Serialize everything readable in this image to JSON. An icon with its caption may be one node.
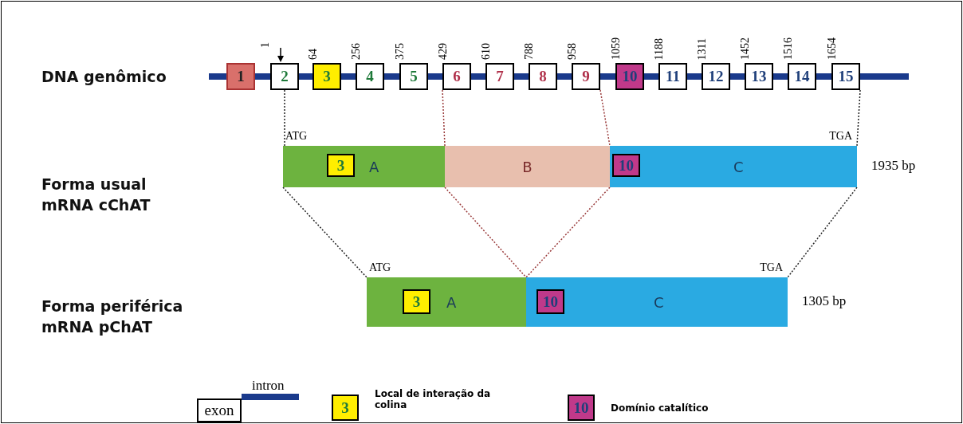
{
  "diagram": {
    "nodes": [
      {
        "text": [
          "1"
        ]
      },
      {
        "text": [
          "2"
        ],
        "beside": [
          "1"
        ]
      },
      {
        "text": [
          "3"
        ],
        "beside": [
          "64"
        ]
      },
      {
        "text": [
          "4"
        ],
        "beside": [
          "256"
        ]
      },
      {
        "text": [
          "5"
        ],
        "beside": [
          "375"
        ]
      },
      {
        "text": [
          "6"
        ],
        "beside": [
          "429"
        ]
      },
      {
        "text": [
          "7"
        ],
        "beside": [
          "610"
        ]
      },
      {
        "text": [
          "8"
        ],
        "beside": [
          "788"
        ]
      },
      {
        "text": [
          "9"
        ],
        "beside": [
          "958"
        ]
      },
      {
        "text": [
          "10"
        ],
        "beside": [
          "1059"
        ]
      },
      {
        "text": [
          "11"
        ],
        "beside": [
          "1188"
        ]
      },
      {
        "text": [
          "12"
        ],
        "beside": [
          "1311"
        ]
      },
      {
        "text": [
          "13"
        ],
        "beside": [
          "1452"
        ]
      },
      {
        "text": [
          "14"
        ],
        "beside": [
          "1516"
        ]
      },
      {
        "text": [
          "15"
        ],
        "beside": [
          "1654"
        ]
      },
      {
        "text": [
          "A"
        ],
        "beside": [
          "ATG"
        ]
      },
      {
        "text": [
          "3"
        ],
        "in": 15
      },
      {
        "text": [
          "B"
        ]
      },
      {
        "text": [
          "C"
        ],
        "beside": [
          "TGA",
          "1935 bp"
        ]
      },
      {
        "text": [
          "10"
        ],
        "in": 18
      },
      {
        "text": [
          "A"
        ],
        "beside": [
          "ATG"
        ]
      },
      {
        "text": [
          "3"
        ],
        "in": 20
      },
      {
        "text": [
          "C"
        ],
        "beside": [
          "TGA",
          "1305 bp"
        ]
      },
      {
        "text": [
          "10"
        ],
        "in": 22
      },
      {
        "text": [
          "exon"
        ],
        "beside": [
          "intron"
        ]
      },
      {
        "text": [
          "3"
        ],
        "beside": [
          "Local de interação da colina"
        ]
      },
      {
        "text": [
          "10"
        ],
        "beside": [
          "Domínio catalítico"
        ]
      }
    ],
    "edges": [
      {
        "from": 1,
        "to": 15,
        "arrow": "none",
        "style": "dashed"
      },
      {
        "from": 5,
        "to": 17,
        "arrow": "none",
        "style": "dashed",
        "color": "#9a3b3b"
      },
      {
        "from": 8,
        "to": 17,
        "arrow": "none",
        "style": "dashed",
        "color": "#9a3b3b"
      },
      {
        "from": 14,
        "to": 18,
        "arrow": "none",
        "style": "dashed"
      },
      {
        "from": 15,
        "to": 20,
        "arrow": "none",
        "style": "dashed"
      },
      {
        "from": 17,
        "to": 20,
        "arrow": "none",
        "style": "dashed",
        "color": "#9a3b3b"
      },
      {
        "from": 17,
        "to": 22,
        "arrow": "none",
        "style": "dashed",
        "color": "#9a3b3b"
      },
      {
        "from": 18,
        "to": 22,
        "arrow": "none",
        "style": "dashed"
      }
    ],
    "labels": [
      "DNA genômico",
      "Forma usual mRNA cChAT",
      "Forma periférica mRNA pChAT"
    ]
  }
}
